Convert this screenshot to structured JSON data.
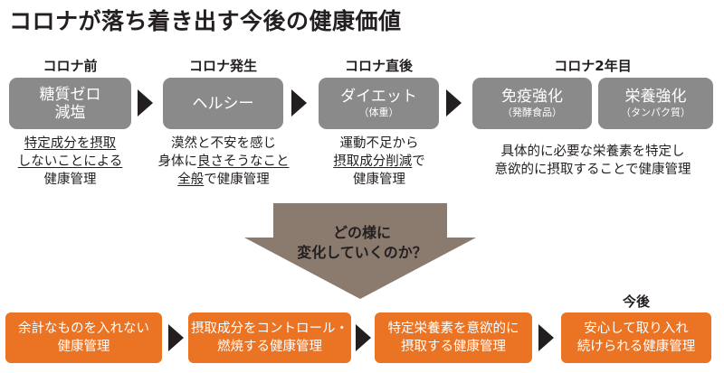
{
  "title": "コロナが落ち着き出す今後の健康価値",
  "periods": {
    "p1": "コロナ前",
    "p2": "コロナ発生",
    "p3": "コロナ直後",
    "p4": "コロナ2年目",
    "p5": "今後"
  },
  "boxes": {
    "b1_line1": "糖質ゼロ",
    "b1_line2": "減塩",
    "b2": "ヘルシー",
    "b3": "ダイエット",
    "b3_sub": "（体重）",
    "b4": "免疫強化",
    "b4_sub": "（発酵食品）",
    "b5": "栄養強化",
    "b5_sub": "（タンパク質）"
  },
  "descriptions": {
    "d1_l1": "特定成分を摂取",
    "d1_l2": "しないことによる",
    "d1_l3": "健康管理",
    "d2_l1": "漠然と不安を感じ",
    "d2_l2a": "身体に",
    "d2_l2b": "良さそうなこと",
    "d2_l3a": "全般",
    "d2_l3b": "で健康管理",
    "d3_l1": "運動不足から",
    "d3_l2": "摂取成分削減",
    "d3_l2b": "で",
    "d3_l3": "健康管理",
    "d4_l1": "具体的に必要な栄養素を特定し",
    "d4_l2": "意欲的に摂取することで健康管理"
  },
  "funnel": {
    "line1": "どの様に",
    "line2": "変化していくのか？"
  },
  "future_steps": {
    "s1_l1": "余計なものを入れない",
    "s1_l2": "健康管理",
    "s2_l1": "摂取成分をコントロール・",
    "s2_l2": "燃焼する健康管理",
    "s3_l1": "特定栄養素を意欲的に",
    "s3_l2": "摂取する健康管理",
    "s4_l1": "安心して取り入れ",
    "s4_l2": "続けられる健康管理"
  },
  "colors": {
    "gray_box": "#8a8a8b",
    "orange_box": "#ea7424",
    "funnel": "#8b7b6e",
    "text": "#231f20"
  }
}
